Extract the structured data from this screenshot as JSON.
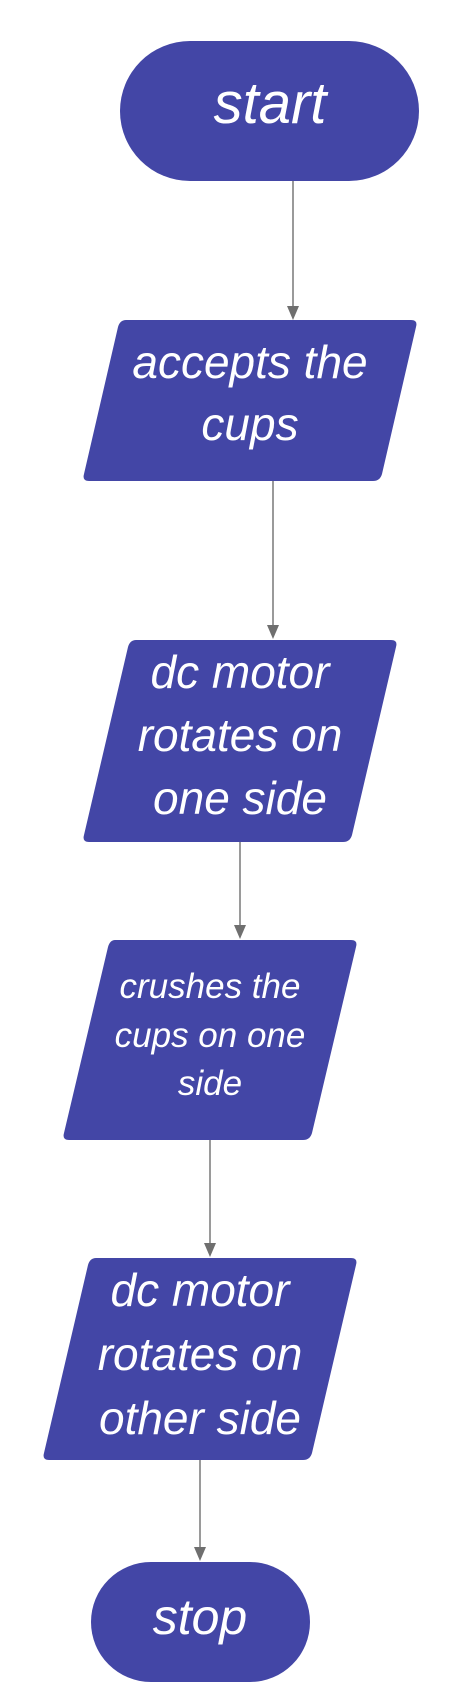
{
  "flowchart": {
    "nodes": [
      {
        "id": "start",
        "shape": "terminator",
        "lines": [
          "start"
        ]
      },
      {
        "id": "accepts-cups",
        "shape": "parallelogram",
        "lines": [
          "accepts the",
          "cups"
        ]
      },
      {
        "id": "motor-one-side",
        "shape": "parallelogram",
        "lines": [
          "dc motor",
          "rotates on",
          "one side"
        ]
      },
      {
        "id": "crushes-cups",
        "shape": "parallelogram",
        "lines": [
          "crushes the",
          "cups on one",
          "side"
        ]
      },
      {
        "id": "motor-other-side",
        "shape": "parallelogram",
        "lines": [
          "dc motor",
          "rotates on",
          "other side"
        ]
      },
      {
        "id": "stop",
        "shape": "terminator",
        "lines": [
          "stop"
        ]
      }
    ],
    "colors": {
      "node_fill": "#4346a6",
      "text": "#ffffff",
      "connector": "#6f6f6f",
      "background": "#ffffff"
    }
  }
}
